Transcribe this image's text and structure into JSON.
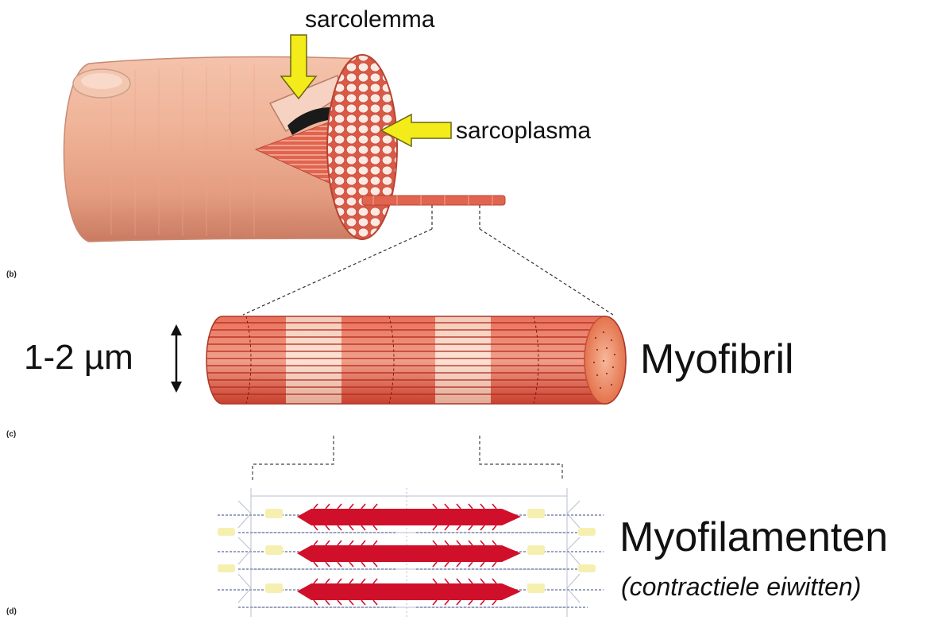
{
  "labels": {
    "sarcolemma": "sarcolemma",
    "sarcoplasma": "sarcoplasma",
    "size": "1-2 µm",
    "myofibril": "Myofibril",
    "myofilaments": "Myofilamenten",
    "contractile": "(contractiele eiwitten)"
  },
  "panels": {
    "b": "(b)",
    "c": "(c)",
    "d": "(d)"
  },
  "colors": {
    "fiber_skin": "#e9a589",
    "fiber_highlight": "#f7cdb8",
    "fibril_red": "#d84a3c",
    "myosin_red": "#d0102a",
    "arrow_yellow": "#f3ec1a",
    "dashed_line": "#333333"
  }
}
